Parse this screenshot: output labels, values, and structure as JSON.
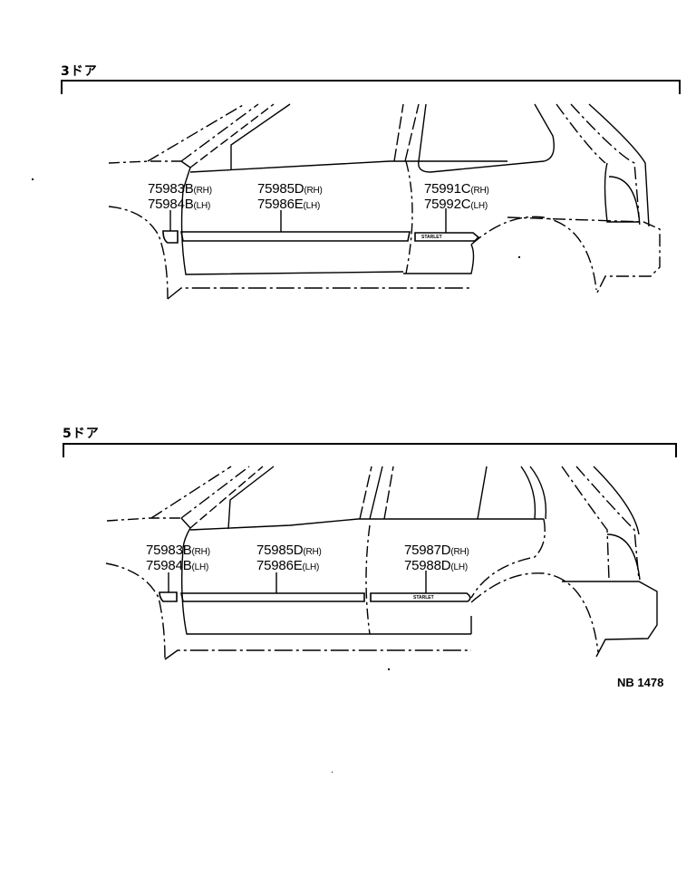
{
  "sections": [
    {
      "title": "3ドア",
      "callouts": [
        {
          "rh": "75983B",
          "lh": "75984B",
          "rh_tag": "(RH)",
          "lh_tag": "(LH)"
        },
        {
          "rh": "75985D",
          "lh": "75986E",
          "rh_tag": "(RH)",
          "lh_tag": "(LH)"
        },
        {
          "rh": "75991C",
          "lh": "75992C",
          "rh_tag": "(RH)",
          "lh_tag": "(LH)"
        }
      ],
      "emblem": "STARLET"
    },
    {
      "title": "5ドア",
      "callouts": [
        {
          "rh": "75983B",
          "lh": "75984B",
          "rh_tag": "(RH)",
          "lh_tag": "(LH)"
        },
        {
          "rh": "75985D",
          "lh": "75986E",
          "rh_tag": "(RH)",
          "lh_tag": "(LH)"
        },
        {
          "rh": "75987D",
          "lh": "75988D",
          "rh_tag": "(RH)",
          "lh_tag": "(LH)"
        }
      ],
      "emblem": "STARLET"
    }
  ],
  "doc_code": "NB 1478"
}
